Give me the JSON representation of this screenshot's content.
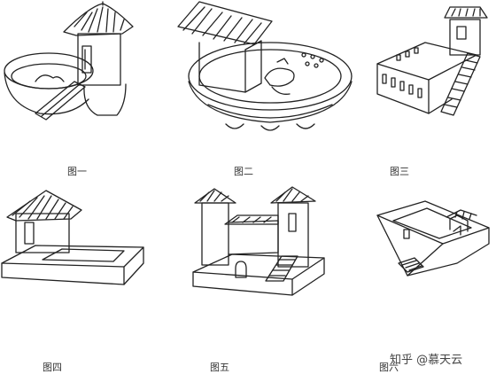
{
  "figures": [
    {
      "caption": "图一"
    },
    {
      "caption": "图二"
    },
    {
      "caption": "图三"
    },
    {
      "caption": "图四"
    },
    {
      "caption": "图五"
    },
    {
      "caption": "图六"
    }
  ],
  "watermark": "知乎 @慕天云"
}
